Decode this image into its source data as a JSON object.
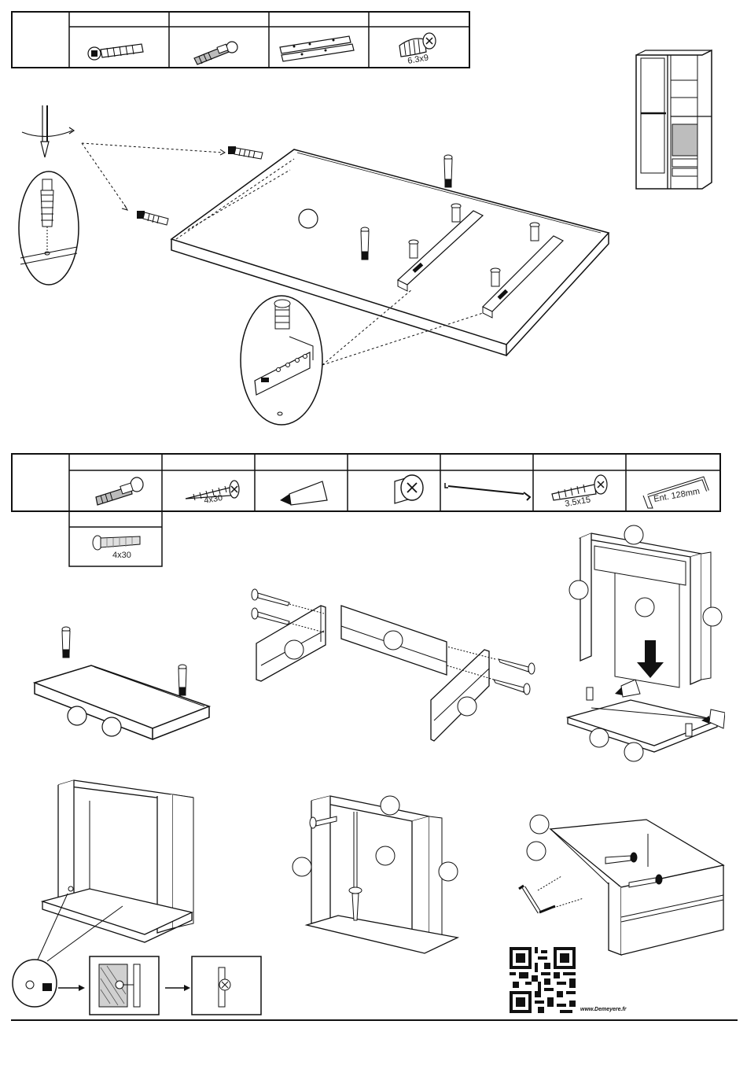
{
  "parts_table_1": {
    "items": [
      {
        "icon": "cam-bolt-long-icon",
        "label": ""
      },
      {
        "icon": "cam-bolt-icon",
        "label": ""
      },
      {
        "icon": "drawer-slide-rail-icon",
        "label": ""
      },
      {
        "icon": "euro-screw-icon",
        "label": "6.3x9"
      }
    ]
  },
  "parts_table_2": {
    "items": [
      {
        "icon": "cam-bolt-icon",
        "label": ""
      },
      {
        "icon": "wood-screw-icon",
        "label": "4x30"
      },
      {
        "icon": "glue-bottle-icon",
        "label": ""
      },
      {
        "icon": "cam-lock-icon",
        "label": ""
      },
      {
        "icon": "hex-key-icon",
        "label": ""
      },
      {
        "icon": "small-screw-icon",
        "label": "3.5x15"
      },
      {
        "icon": "drawer-handle-icon",
        "label": "Ent. 128mm"
      }
    ],
    "extra_item": {
      "icon": "handle-bolt-icon",
      "label": "4x30"
    }
  },
  "footer": {
    "qr_icon": "qr-code-icon",
    "website": "www.Demeyere.fr"
  },
  "colors": {
    "ink": "#111111",
    "grey_fill": "#bdbdbd",
    "light_fill": "#ececec"
  }
}
